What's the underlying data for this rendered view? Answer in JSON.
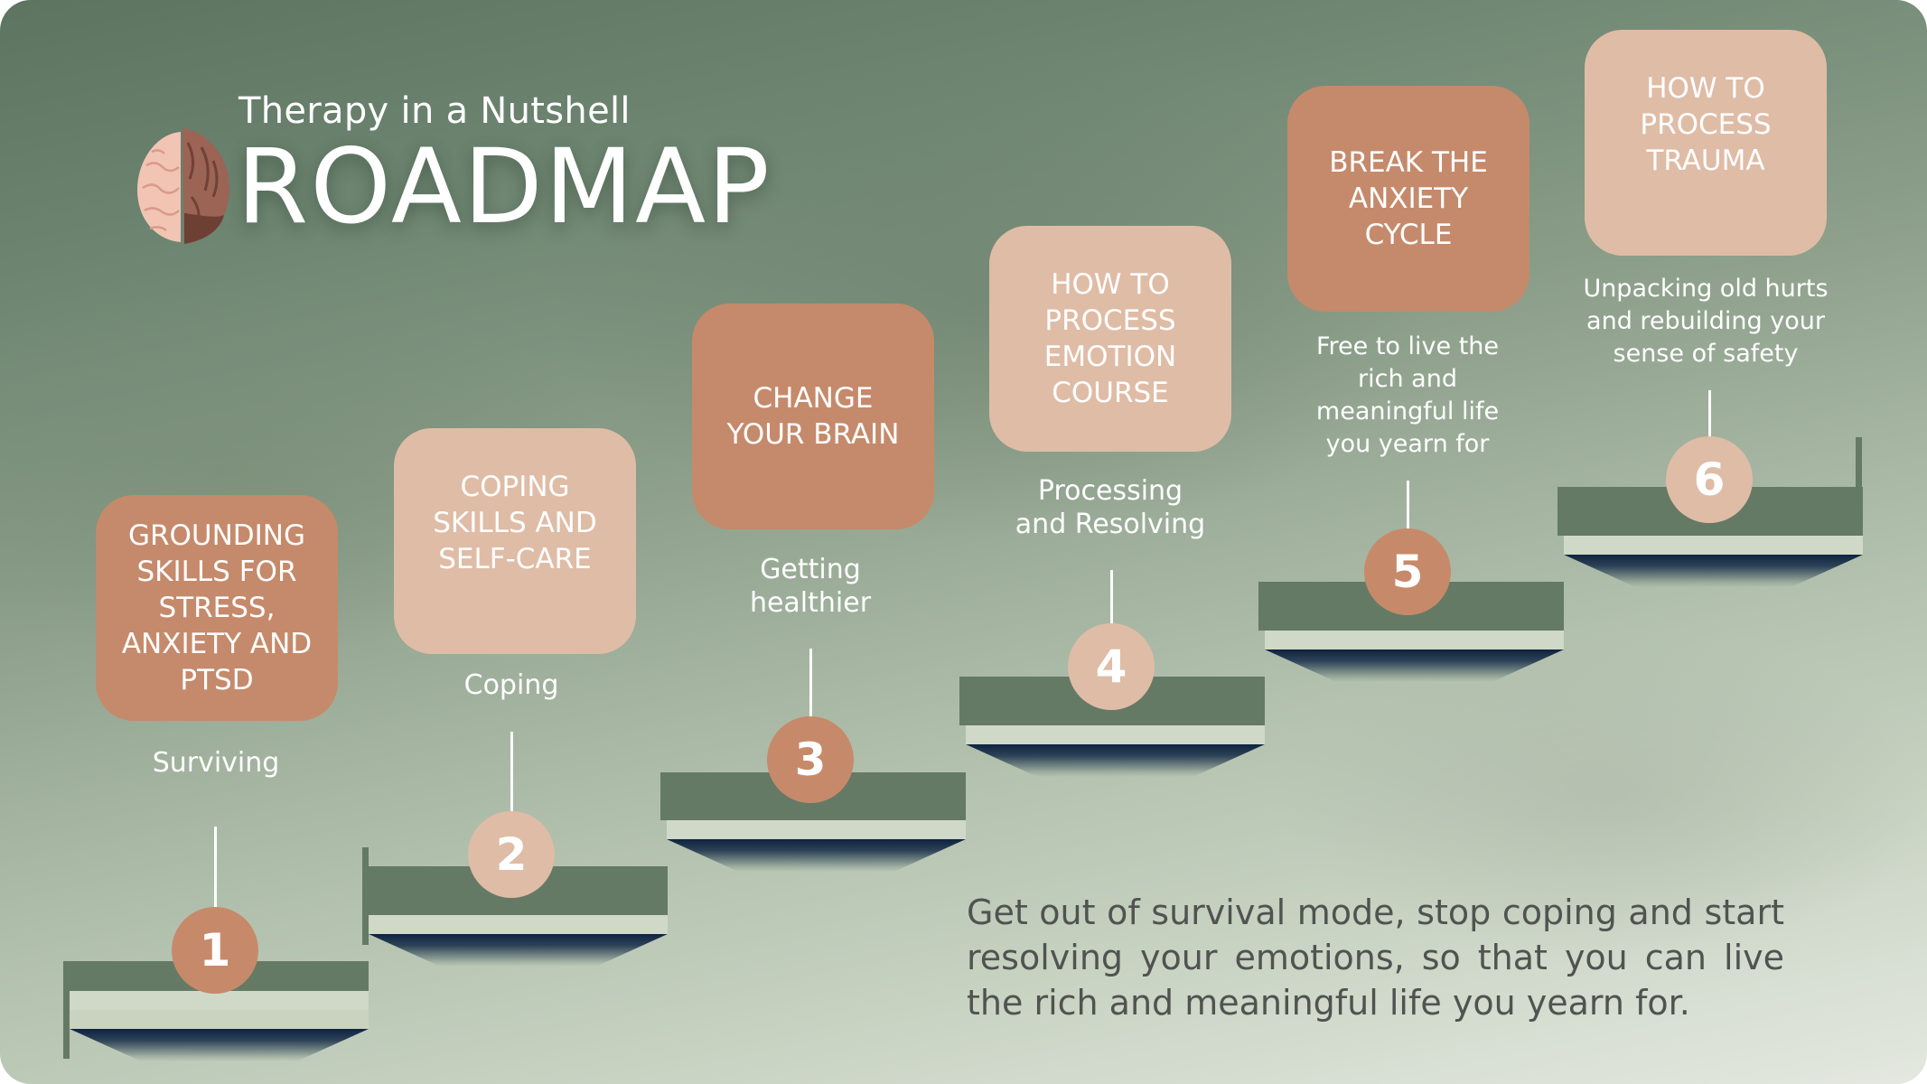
{
  "header": {
    "subtitle": "Therapy in a Nutshell",
    "title": "ROADMAP",
    "logo_icon": "brain-nut-icon"
  },
  "colors": {
    "box_dark": "#c58a6b",
    "box_light": "#dfbca6",
    "step_dark": "#657a65",
    "step_light": "#d0d9c7",
    "shadow": "#0f2340",
    "text_dark": "#505350"
  },
  "steps": [
    {
      "number": "1",
      "course": "GROUNDING SKILLS FOR STRESS, ANXIETY AND PTSD",
      "course_lines": [
        "GROUNDING",
        "SKILLS FOR",
        "STRESS,",
        "ANXIETY AND",
        "PTSD"
      ],
      "stage": "Surviving",
      "stage_lines": [
        "Surviving"
      ],
      "tone": "dark"
    },
    {
      "number": "2",
      "course": "COPING SKILLS AND SELF-CARE",
      "course_lines": [
        "COPING",
        "SKILLS AND",
        "SELF-CARE"
      ],
      "stage": "Coping",
      "stage_lines": [
        "Coping"
      ],
      "tone": "light"
    },
    {
      "number": "3",
      "course": "CHANGE YOUR BRAIN",
      "course_lines": [
        "CHANGE",
        "YOUR BRAIN"
      ],
      "stage": "Getting healthier",
      "stage_lines": [
        "Getting",
        "healthier"
      ],
      "tone": "dark"
    },
    {
      "number": "4",
      "course": "HOW TO PROCESS EMOTION COURSE",
      "course_lines": [
        "HOW TO",
        "PROCESS",
        "EMOTION",
        "COURSE"
      ],
      "stage": "Processing and Resolving",
      "stage_lines": [
        "Processing",
        "and Resolving"
      ],
      "tone": "light"
    },
    {
      "number": "5",
      "course": "BREAK THE ANXIETY CYCLE",
      "course_lines": [
        "BREAK THE",
        "ANXIETY",
        "CYCLE"
      ],
      "stage": "Free to live the rich and meaningful life you yearn for",
      "stage_lines": [
        "Free to live the",
        "rich and",
        "meaningful life",
        "you yearn for"
      ],
      "tone": "dark"
    },
    {
      "number": "6",
      "course": "HOW TO PROCESS TRAUMA",
      "course_lines": [
        "HOW TO",
        "PROCESS",
        "TRAUMA"
      ],
      "stage": "Unpacking old hurts and rebuilding your sense of safety",
      "stage_lines": [
        "Unpacking old hurts",
        "and rebuilding your",
        "sense of safety"
      ],
      "tone": "light"
    }
  ],
  "tagline": "Get out of survival mode, stop coping and start resolving your emotions, so that you can live the rich and meaningful life you yearn for."
}
